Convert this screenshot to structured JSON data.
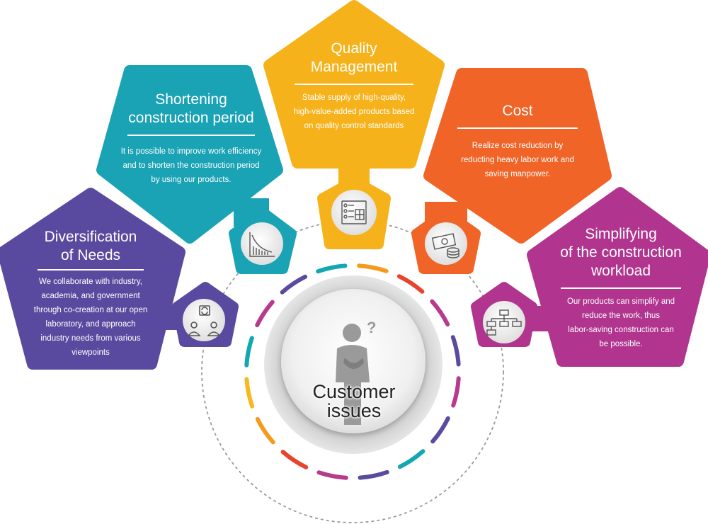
{
  "colors": {
    "diversification": "#5a4a9f",
    "shortening": "#1aa2b5",
    "quality": "#f6b21b",
    "cost": "#f06428",
    "simplifying": "#b1358f",
    "ring_dashes": [
      "#f59a1b",
      "#e8442d",
      "#b73a8d",
      "#5b4a9e",
      "#13a7b3",
      "#f7b81e"
    ]
  },
  "center": {
    "label": "Customer issues",
    "line1": "Customer",
    "line2": "issues",
    "icon": "thinking-person-icon"
  },
  "cards": {
    "diversification": {
      "title1": "Diversification",
      "title2": "of Needs",
      "body1": "We collaborate with industry,",
      "body2": "academia, and government",
      "body3": "through co-creation at our open",
      "body4": "laboratory, and approach",
      "body5": "industry needs from various",
      "body6": "viewpoints",
      "icon": "collaboration-icon"
    },
    "shortening": {
      "title1": "Shortening",
      "title2": "construction period",
      "body1": "It is possible to improve work efficiency",
      "body2": "and to shorten the construction period",
      "body3": "by using our products.",
      "icon": "declining-chart-icon"
    },
    "quality": {
      "title1": "Quality",
      "title2": "Management",
      "body1": "Stable supply of high-quality,",
      "body2": "high-value-added products based",
      "body3": "on quality control standards",
      "icon": "checklist-icon"
    },
    "cost": {
      "title1": "Cost",
      "body1": "Realize cost reduction by",
      "body2": "reducting heavy labor work and",
      "body3": "saving manpower.",
      "icon": "money-icon"
    },
    "simplifying": {
      "title1": "Simplifying",
      "title2": "of the construction",
      "title3": "workload",
      "body1": "Our products can simplify and",
      "body2": "reduce the work, thus",
      "body3": "labor-saving construction can",
      "body4": "be possible.",
      "icon": "flowchart-icon"
    }
  }
}
